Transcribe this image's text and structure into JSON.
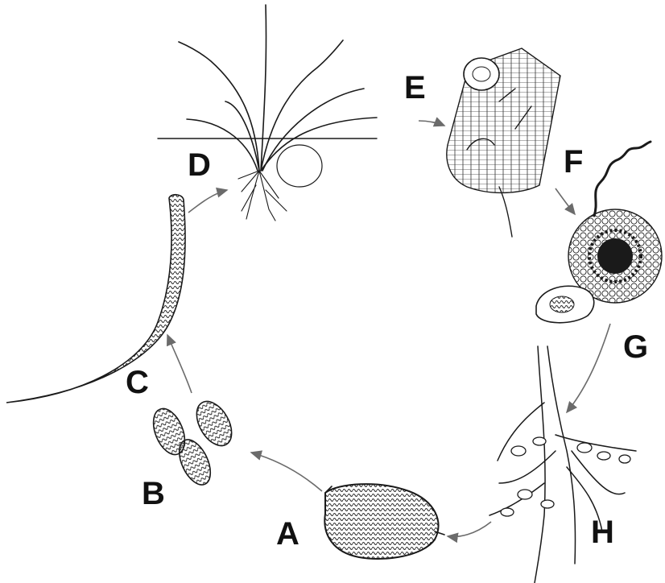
{
  "diagram": {
    "stages": [
      {
        "id": "A",
        "label": "A",
        "depicts": "cyst"
      },
      {
        "id": "B",
        "label": "B",
        "depicts": "eggs"
      },
      {
        "id": "C",
        "label": "C",
        "depicts": "juvenile"
      },
      {
        "id": "D",
        "label": "D",
        "depicts": "plant"
      },
      {
        "id": "E",
        "label": "E",
        "depicts": "root-invasion"
      },
      {
        "id": "F",
        "label": "F",
        "depicts": "male-exit"
      },
      {
        "id": "G",
        "label": "G",
        "depicts": "female-on-root"
      },
      {
        "id": "H",
        "label": "H",
        "depicts": "cysts-on-roots"
      }
    ],
    "colors": {
      "ink": "#1a1a1a",
      "arrow": "#6b6b6b",
      "background": "#ffffff"
    }
  }
}
